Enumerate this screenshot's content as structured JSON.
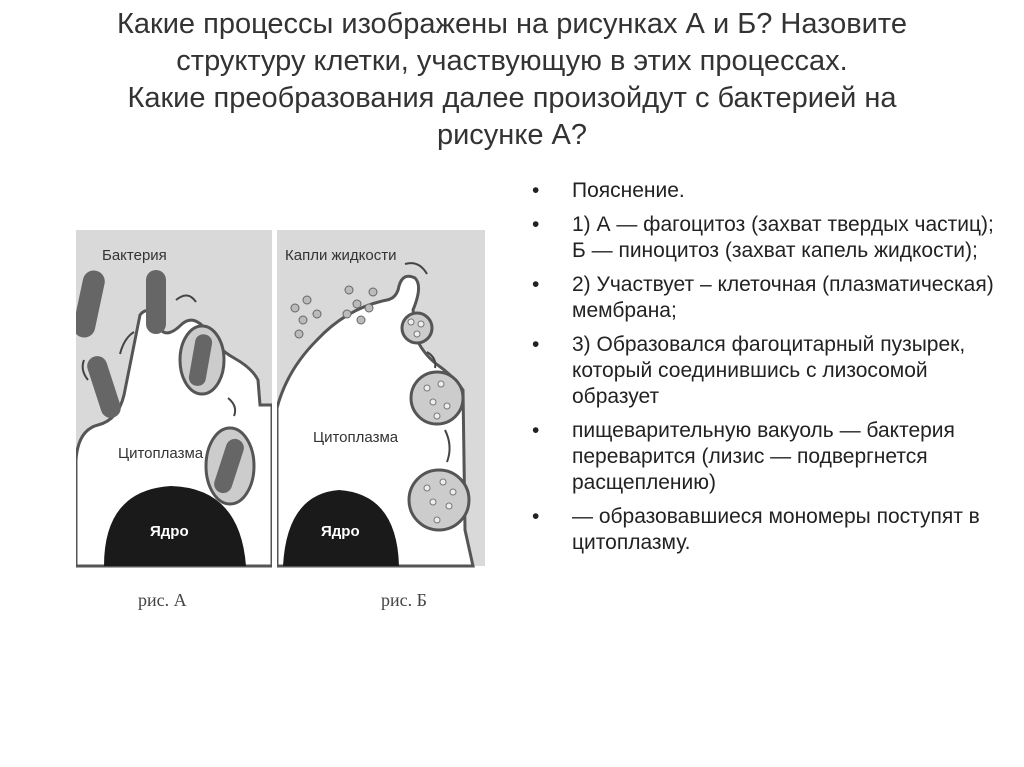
{
  "title": {
    "line1": "Какие процессы изображены на рисунках А и Б? Назовите",
    "line2": "структуру клетки, участвующую в этих процессах.",
    "line3": "Какие преобразования далее произойдут с бактерией на",
    "line4": "рисунке А?"
  },
  "figure_a": {
    "bacteria_label": "Бактерия",
    "cytoplasm_label": "Цитоплазма",
    "nucleus_label": "Ядро",
    "caption": "рис. А"
  },
  "figure_b": {
    "droplets_label": "Капли жидкости",
    "cytoplasm_label": "Цитоплазма",
    "nucleus_label": "Ядро",
    "caption": "рис. Б"
  },
  "explanation": [
    "Пояснение.",
    "1) А — фагоцитоз (захват твердых частиц); Б — пиноцитоз (захват капель жидкости);",
    "2) Участвует – клеточная (плазматическая) мембрана;",
    "3) Образовался фагоцитарный пузырек, который соединившись с лизосомой образует",
    "пищеварительную вакуоль — бактерия переварится (лизис — подвергнется расщеплению)",
    "— образовавшиеся мономеры поступят в цитоплазму."
  ]
}
